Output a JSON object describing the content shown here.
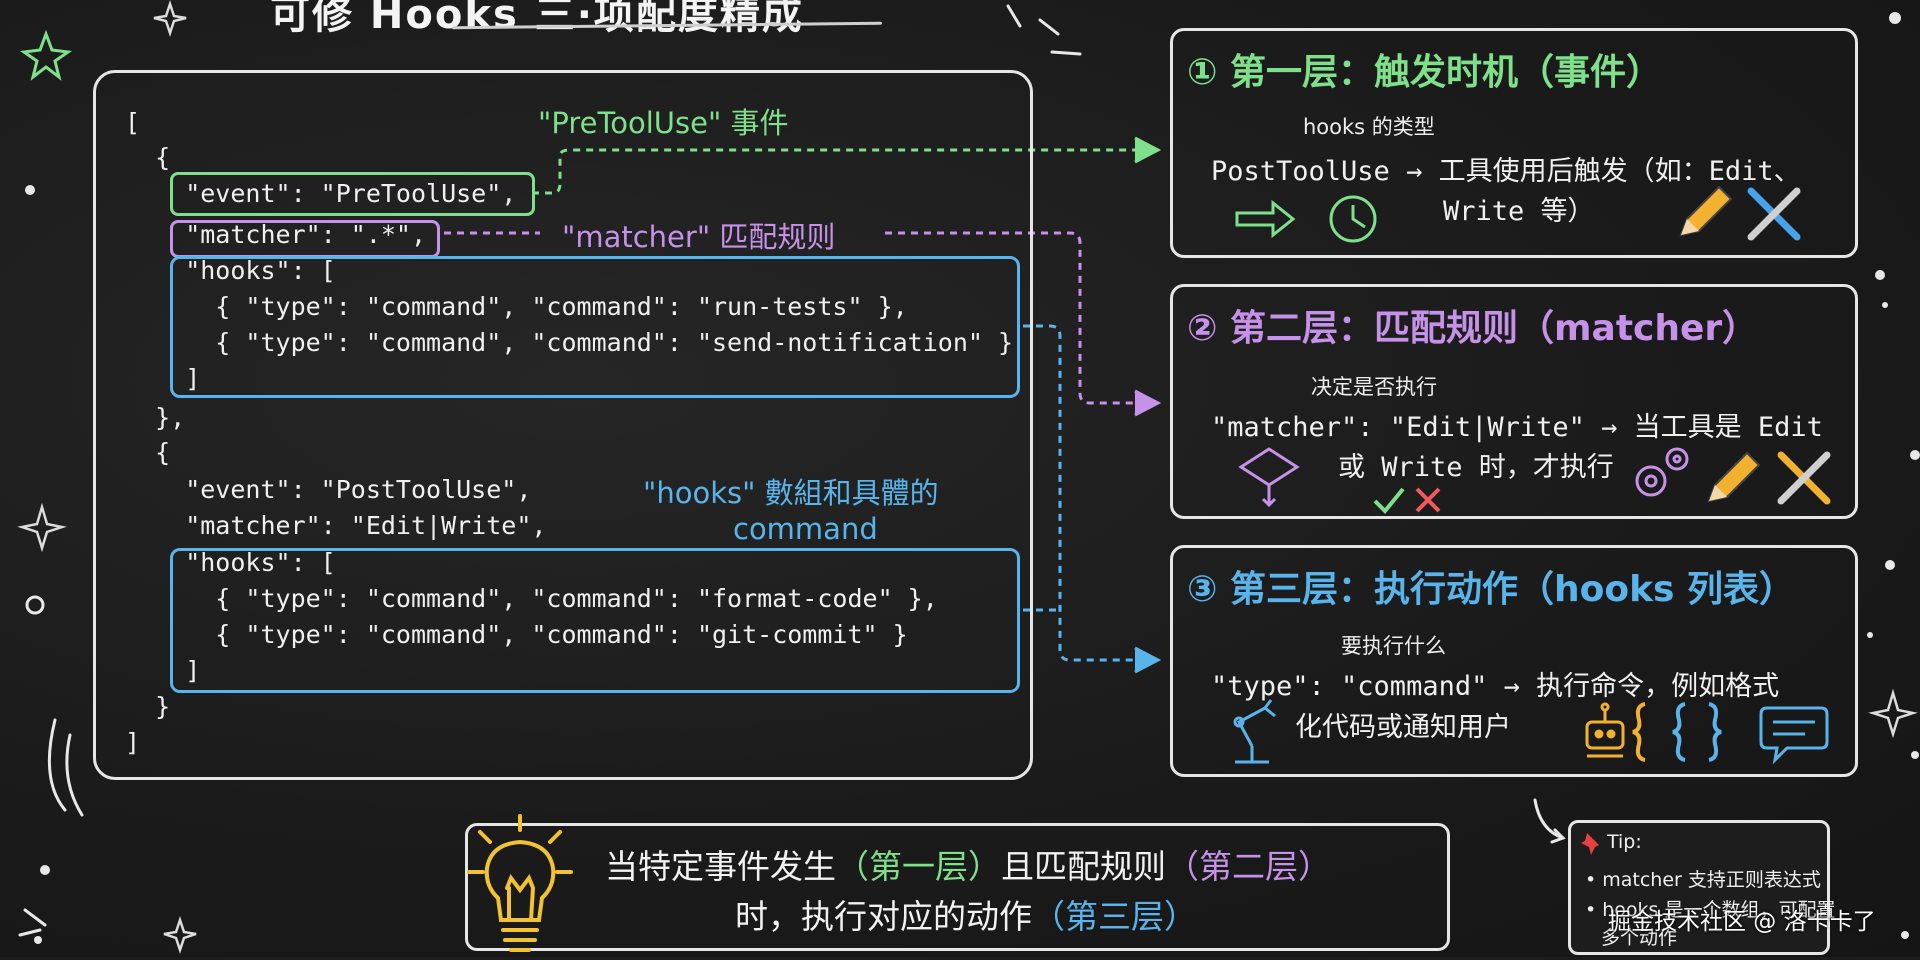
{
  "title": "可修 Hooks 三·项配度精成",
  "code_lines": [
    "[",
    "  {",
    "    \"event\": \"PreToolUse\",",
    "    \"matcher\": \".*\",",
    "    \"hooks\": [",
    "      { \"type\": \"command\", \"command\": \"run-tests\" },",
    "      { \"type\": \"command\", \"command\": \"send-notification\" }",
    "    ]",
    "  },",
    "  {",
    "    \"event\": \"PostToolUse\",",
    "    \"matcher\": \"Edit|Write\",",
    "    \"hooks\": [",
    "      { \"type\": \"command\", \"command\": \"format-code\" },",
    "      { \"type\": \"command\", \"command\": \"git-commit\" }",
    "    ]",
    "  }",
    "]"
  ],
  "annotations": {
    "pretooluse": "\"PreToolUse\" 事件",
    "matcher": "\"matcher\" 匹配规则",
    "hooks_line1": "\"hooks\" 數組和具體的",
    "hooks_line2": "command"
  },
  "panels": [
    {
      "title": "① 第一层：触发时机（事件）",
      "small": "hooks 的类型",
      "line1": "PostToolUse → 工具使用后触发（如：Edit、",
      "line2": "Write 等）",
      "color": "#7ee08a",
      "icons": [
        "arrow-icon",
        "clock-icon",
        "pencil-icon",
        "tools-icon"
      ]
    },
    {
      "title": "② 第二层：匹配规则（matcher）",
      "small": "决定是否执行",
      "line1": "\"matcher\": \"Edit|Write\" → 当工具是 Edit",
      "line2": "或 Write 时，才执行",
      "color": "#c691e8",
      "icons": [
        "decision-icon",
        "check-icon",
        "cross-icon",
        "gears-icon",
        "pencil-icon",
        "tools-icon"
      ]
    },
    {
      "title": "③ 第三层：执行动作（hooks 列表）",
      "small": "要执行什么",
      "line1": "\"type\": \"command\" → 执行命令，例如格式",
      "line2": "化代码或通知用户",
      "color": "#58b4ea",
      "icons": [
        "robot-arm-icon",
        "robot-icon",
        "braces-icon",
        "chat-icon"
      ]
    }
  ],
  "summary": {
    "line1_a": "当特定事件发生",
    "line1_b": "（第一层）",
    "line1_c": "且匹配规则",
    "line1_d": "（第二层）",
    "line2_a": "时，执行对应的动作",
    "line2_b": "（第三层）"
  },
  "tip": {
    "heading": "Tip:",
    "item1": "• matcher 支持正则表达式",
    "item2": "• hooks 是一个数组，可配置",
    "item3": "多个动作"
  },
  "watermark": "掘金技术社区 @ 洛卡卡了"
}
